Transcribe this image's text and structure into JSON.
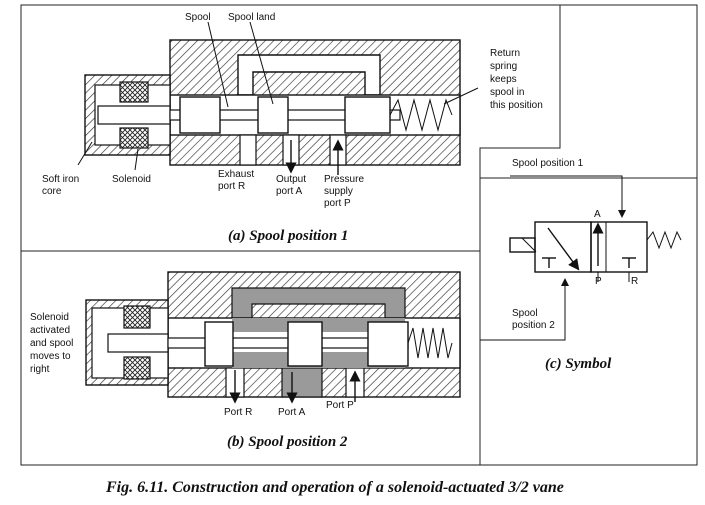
{
  "panel_a": {
    "caption": "(a) Spool position 1",
    "labels": {
      "spool": "Spool",
      "spool_land": "Spool land",
      "return_spring": [
        "Return",
        "spring",
        "keeps",
        "spool in",
        "this position"
      ],
      "soft_iron_core": [
        "Soft iron",
        "core"
      ],
      "solenoid": "Solenoid",
      "exhaust_port": [
        "Exhaust",
        "port R"
      ],
      "output_port": [
        "Output",
        "port A"
      ],
      "pressure_port": [
        "Pressure",
        "supply",
        "port P"
      ]
    }
  },
  "panel_b": {
    "caption": "(b) Spool position 2",
    "labels": {
      "solenoid_activated": [
        "Solenoid",
        "activated",
        "and spool",
        "moves to",
        "right"
      ],
      "port_r": "Port R",
      "port_a": "Port A",
      "port_p": "Port P"
    }
  },
  "panel_c": {
    "caption": "(c) Symbol",
    "labels": {
      "spool_position_1": "Spool position 1",
      "spool_position_2": [
        "Spool",
        "position 2"
      ],
      "port_a": "A",
      "port_p": "P",
      "port_r": "R"
    }
  },
  "figure_caption": "Fig. 6.11. Construction and operation of a solenoid-actuated 3/2 vane"
}
